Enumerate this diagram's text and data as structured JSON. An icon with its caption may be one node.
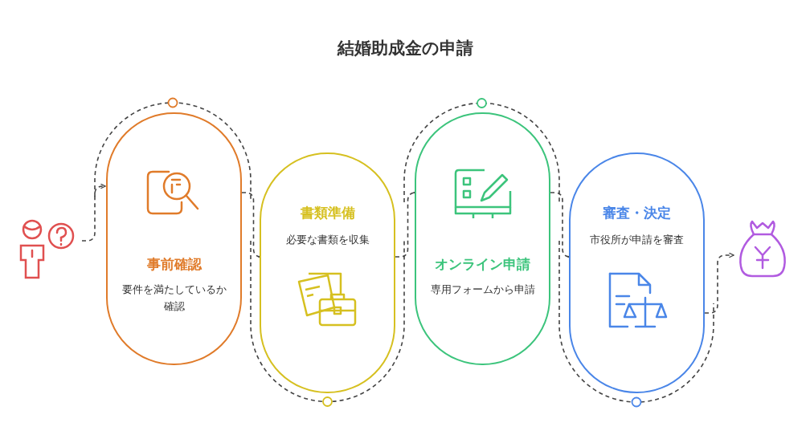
{
  "diagram": {
    "title": "結婚助成金の申請",
    "nodes": [
      {
        "text": [],
        "shape": "person"
      },
      {
        "text": [
          "事前確認",
          "要件を満たしているか確認"
        ]
      },
      {
        "text": [
          "書類準備",
          "必要な書類を収集"
        ]
      },
      {
        "text": [
          "オンライン申請",
          "専用フォームから申請"
        ]
      },
      {
        "text": [
          "審査・決定",
          "市役所が申請を審査"
        ]
      },
      {
        "text": [],
        "shape": "bag"
      }
    ],
    "edges": [
      {
        "from": 0,
        "to": 1,
        "arrow": "to",
        "style": "dashed"
      },
      {
        "from": 1,
        "to": 2,
        "arrow": "to",
        "style": "dashed"
      },
      {
        "from": 2,
        "to": 3,
        "arrow": "to",
        "style": "dashed"
      },
      {
        "from": 3,
        "to": 4,
        "arrow": "to",
        "style": "dashed"
      },
      {
        "from": 4,
        "to": 5,
        "arrow": "to",
        "style": "dashed"
      }
    ]
  }
}
